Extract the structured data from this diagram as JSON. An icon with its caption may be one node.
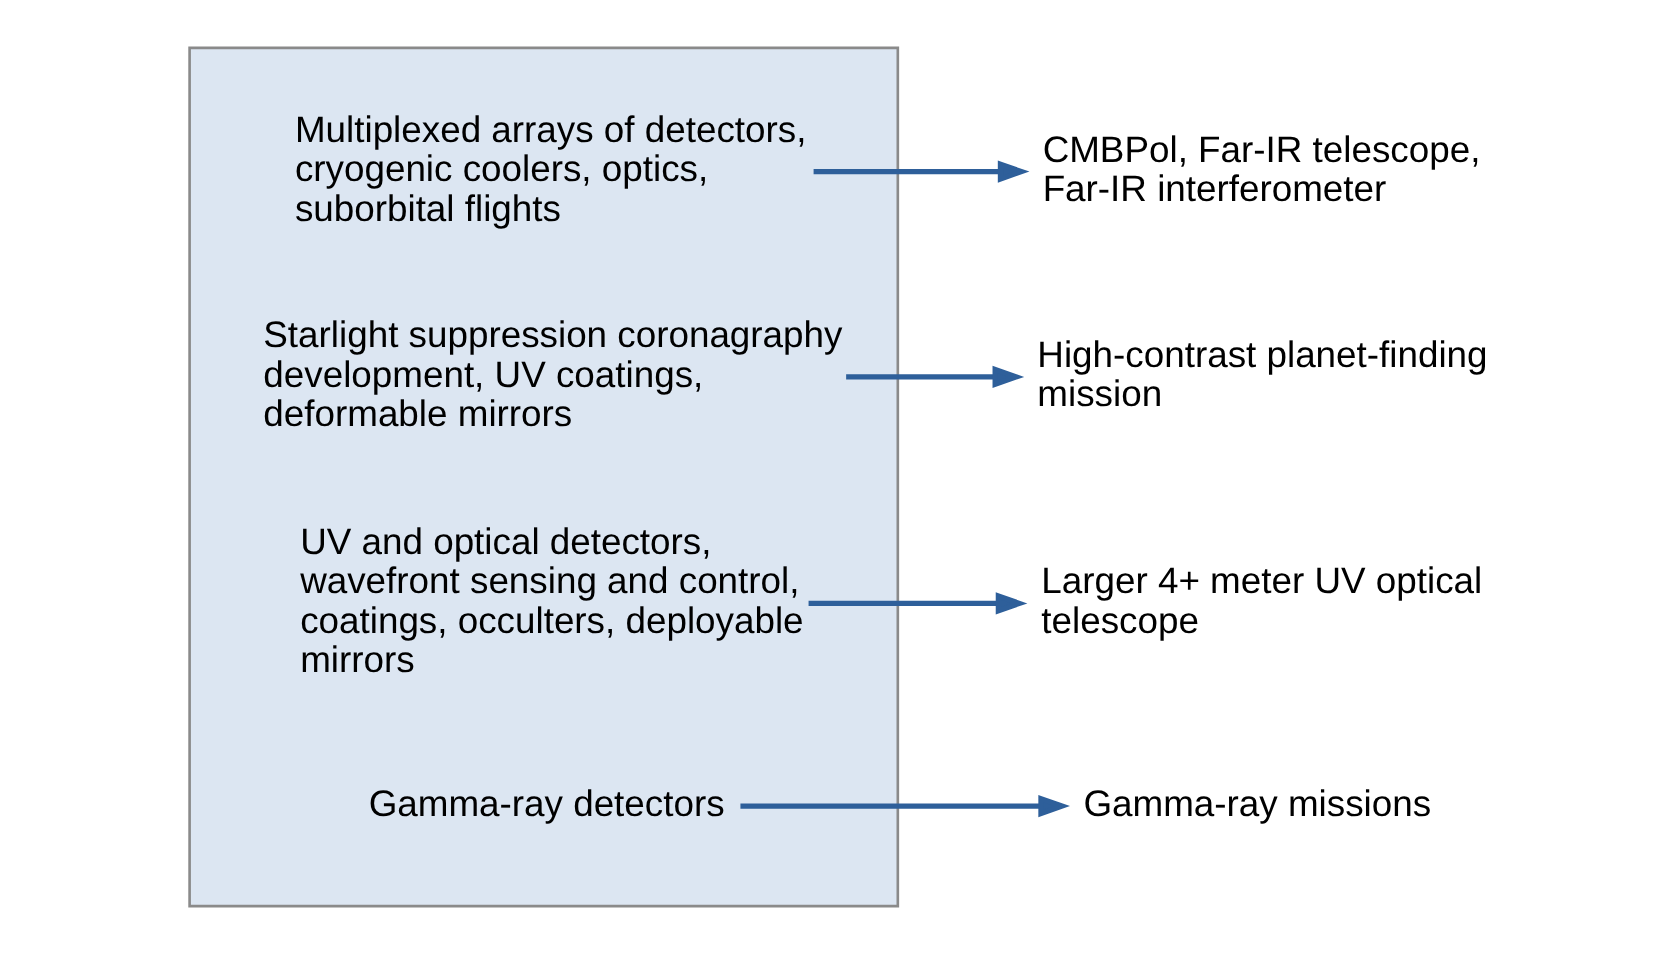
{
  "diagram": {
    "nodes": [
      {
        "text": [],
        "shape": "box"
      },
      {
        "text": [
          "Multiplexed arrays of detectors, cryogenic coolers, optics, suborbital flights"
        ],
        "in": 0
      },
      {
        "text": [
          "Starlight suppression coronagraphy development, UV coatings, deformable mirrors"
        ],
        "in": 0
      },
      {
        "text": [
          "UV and optical detectors, wavefront sensing and control, coatings, occulters, deployable mirrors"
        ],
        "in": 0
      },
      {
        "text": [
          "Gamma-ray detectors"
        ],
        "in": 0
      },
      {
        "text": [
          "CMBPol, Far-IR telescope, Far-IR interferometer"
        ]
      },
      {
        "text": [
          "High-contrast planet-finding mission"
        ]
      },
      {
        "text": [
          "Larger 4+ meter UV optical telescope"
        ]
      },
      {
        "text": [
          "Gamma-ray missions"
        ]
      }
    ],
    "edges": [
      {
        "from": 1,
        "to": 5,
        "arrow": "to"
      },
      {
        "from": 2,
        "to": 6,
        "arrow": "to"
      },
      {
        "from": 3,
        "to": 7,
        "arrow": "to"
      },
      {
        "from": 4,
        "to": 8,
        "arrow": "to"
      }
    ]
  }
}
